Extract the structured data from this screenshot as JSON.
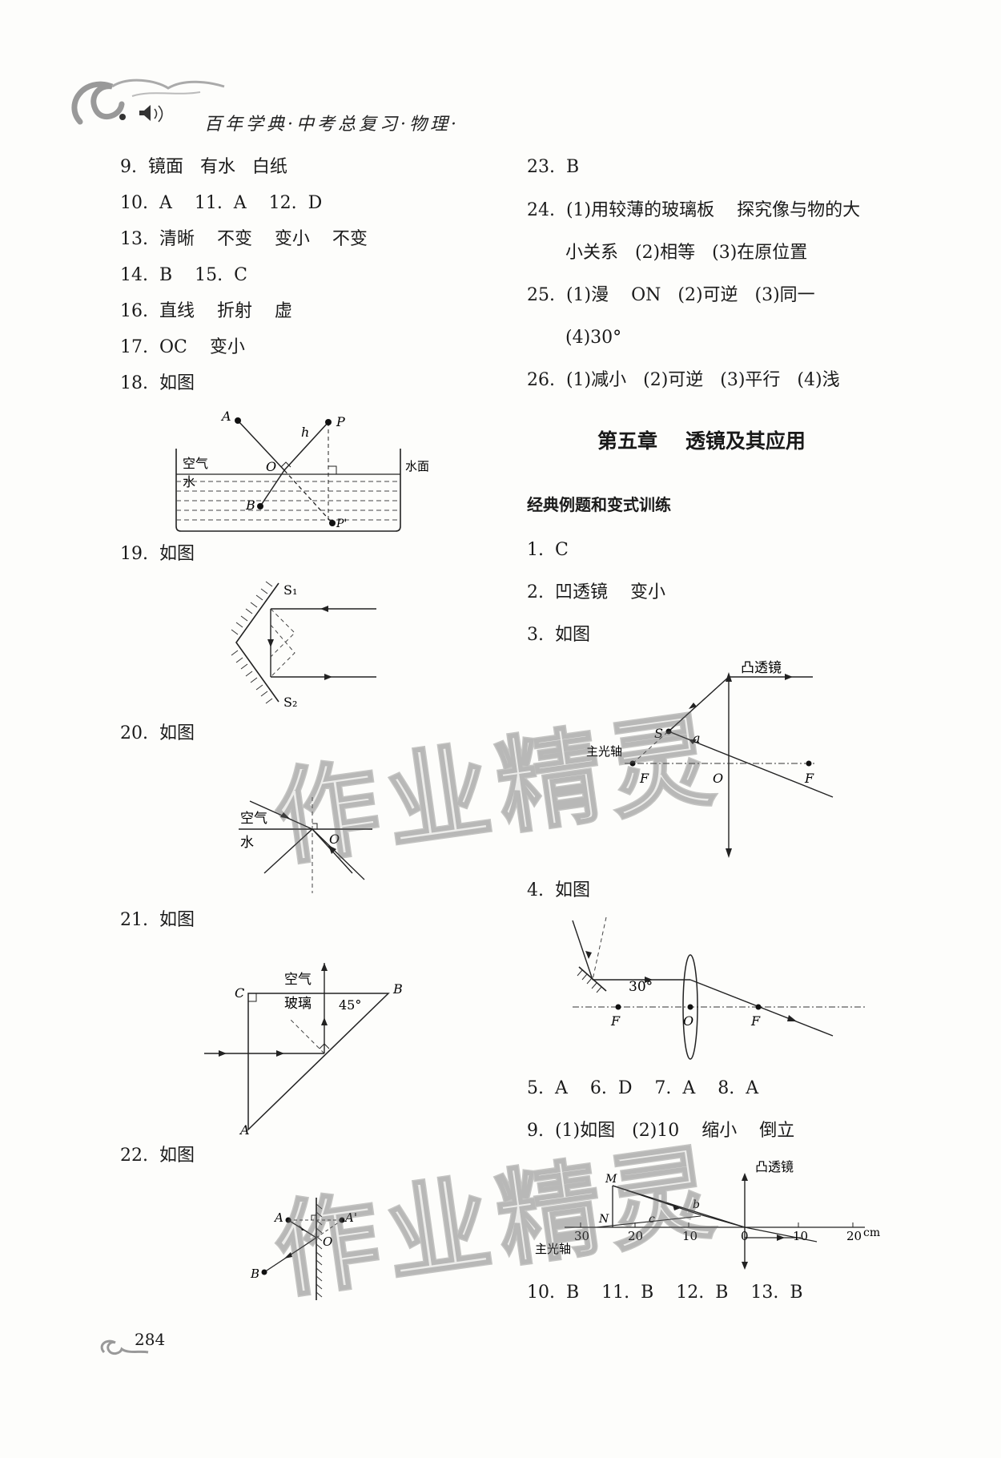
{
  "header": {
    "title": "百年学典·中考总复习·物理·"
  },
  "left": [
    "9.  镜面   有水   白纸",
    "10.  A    11.  A    12.  D",
    "13.  清晰    不变    变小    不变",
    "14.  B    15.  C",
    "16.  直线    折射    虚",
    "17.  OC    变小",
    "18.  如图",
    "19.  如图",
    "20.  如图",
    "21.  如图",
    "22.  如图"
  ],
  "right": [
    "23.  B",
    "24.  (1)用较薄的玻璃板    探究像与物的大",
    "小关系   (2)相等   (3)在原位置",
    "25.  (1)漫    ON   (2)可逆   (3)同一",
    "(4)30°",
    "26.  (1)减小   (2)可逆   (3)平行   (4)浅"
  ],
  "chapter": "第五章    透镜及其应用",
  "section": "经典例题和变式训练",
  "right2": [
    "1.  C",
    "2.  凹透镜    变小",
    "3.  如图",
    "4.  如图",
    "5.  A    6.  D    7.  A    8.  A",
    "9.  (1)如图   (2)10    缩小    倒立",
    "10.  B    11.  B    12.  B    13.  B"
  ],
  "figures": {
    "f18": {
      "A": "A",
      "P": "P",
      "h": "h",
      "O": "O",
      "B": "B",
      "P2": "P'",
      "air": "空气",
      "water": "水",
      "surface": "水面"
    },
    "f19": {
      "S1": "S₁",
      "S2": "S₂"
    },
    "f20": {
      "air": "空气",
      "water": "水",
      "O": "O"
    },
    "f21": {
      "air": "空气",
      "glass": "玻璃",
      "angle": "45°",
      "C": "C",
      "B": "B",
      "A": "A"
    },
    "f22": {
      "A": "A",
      "A2": "A'",
      "O": "O",
      "B": "B"
    },
    "f3": {
      "lens": "凸透镜",
      "axis": "主光轴",
      "S": "S",
      "a": "a",
      "F1": "F",
      "O": "O",
      "F2": "F"
    },
    "f4": {
      "angle": "30°",
      "F1": "F",
      "O": "O",
      "F2": "F"
    },
    "f9": {
      "lens": "凸透镜",
      "M": "M",
      "N": "N",
      "b": "b",
      "c": "c",
      "axis": "主光轴",
      "ticks": [
        "30",
        "20",
        "10",
        "0",
        "10",
        "20"
      ],
      "unit": "cm"
    }
  },
  "watermark": "作业精灵",
  "page_number": "284"
}
